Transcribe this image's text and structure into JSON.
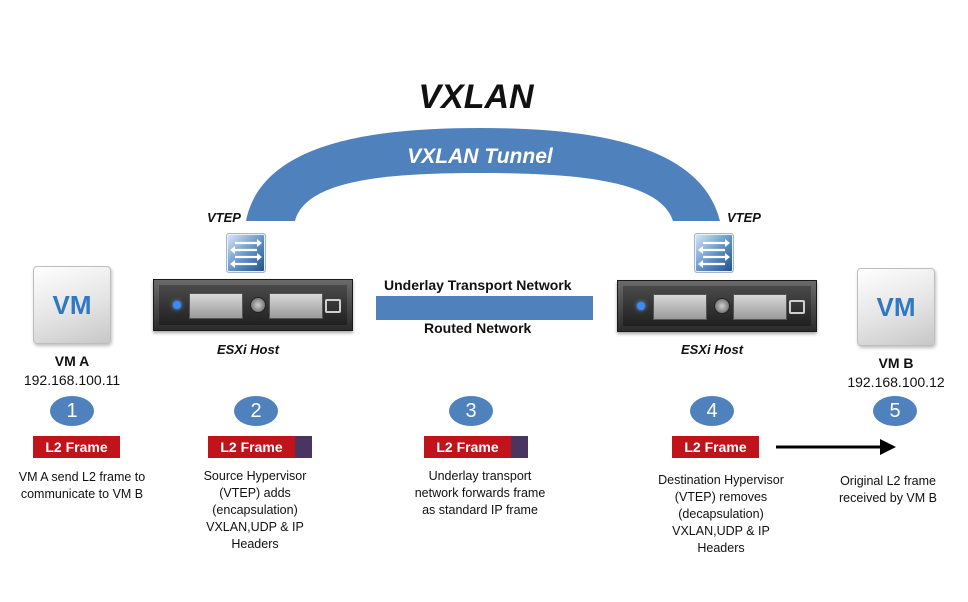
{
  "diagram": {
    "title": "VXLAN",
    "tunnel_label": "VXLAN Tunnel",
    "vtep_left": "VTEP",
    "vtep_right": "VTEP",
    "host_left": "ESXi Host",
    "host_right": "ESXi Host",
    "network_top": "Underlay Transport Network",
    "network_bottom": "Routed Network",
    "vm_a": {
      "icon_text": "VM",
      "name": "VM A",
      "ip": "192.168.100.11"
    },
    "vm_b": {
      "icon_text": "VM",
      "name": "VM B",
      "ip": "192.168.100.12"
    },
    "frame_label": "L2 Frame",
    "colors": {
      "blue": "#4f81bd",
      "frame_red": "#c0141a",
      "frame_header": "#4a3561"
    },
    "steps": [
      {
        "number": "1",
        "desc": [
          "VM A send  L2 frame to",
          "communicate to VM B"
        ]
      },
      {
        "number": "2",
        "desc": [
          "Source Hypervisor",
          "(VTEP) adds",
          "(encapsulation)",
          "VXLAN,UDP & IP",
          "Headers"
        ]
      },
      {
        "number": "3",
        "desc": [
          "Underlay transport",
          "network forwards frame",
          "as standard IP frame"
        ]
      },
      {
        "number": "4",
        "desc": [
          "Destination Hypervisor",
          "(VTEP) removes",
          "(decapsulation)",
          "VXLAN,UDP & IP",
          "Headers"
        ]
      },
      {
        "number": "5",
        "desc": [
          "Original L2 frame",
          "received by VM B"
        ]
      }
    ]
  }
}
